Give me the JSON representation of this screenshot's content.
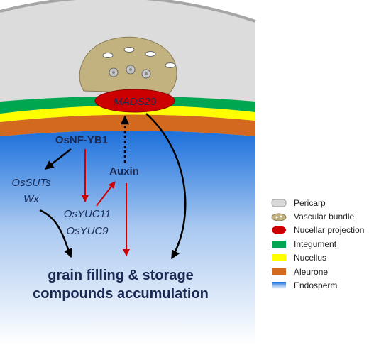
{
  "diagram": {
    "nucellar_projection_gene": "MADS29",
    "regulator": "OsNF-YB1",
    "hormone": "Auxin",
    "sugar_genes": [
      "OsSUTs",
      "Wx"
    ],
    "auxin_genes": [
      "OsYUC11",
      "OsYUC9"
    ],
    "outcome_lines": [
      "grain filling & storage",
      "compounds accumulation"
    ]
  },
  "legend": [
    {
      "label": "Pericarp",
      "color": "#d9d9d9"
    },
    {
      "label": "Vascular bundle",
      "color": "#c2b280"
    },
    {
      "label": "Nucellar projection",
      "color": "#cc0000"
    },
    {
      "label": "Integument",
      "color": "#00a650"
    },
    {
      "label": "Nucellus",
      "color": "#ffff00"
    },
    {
      "label": "Aleurone",
      "color": "#d2691e"
    },
    {
      "label": "Endosperm",
      "color": "#1e6fd9"
    }
  ],
  "colors": {
    "text_dark": "#1a2a55",
    "arrow_red": "#cc0000",
    "arrow_black": "#000000"
  }
}
